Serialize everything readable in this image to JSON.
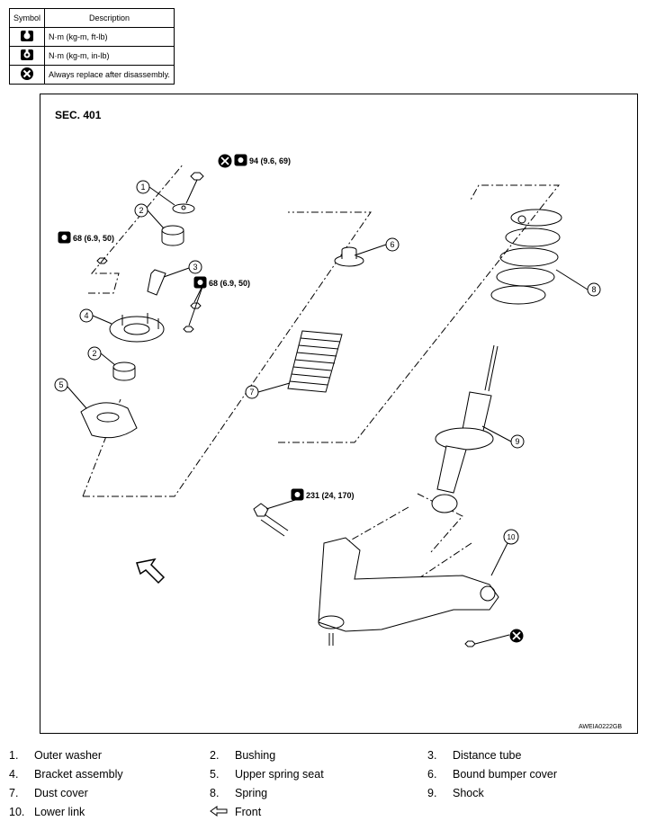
{
  "legend": {
    "headers": {
      "symbol": "Symbol",
      "description": "Description"
    },
    "rows": [
      {
        "icon": "torque-ft-lb-icon",
        "description": "N·m (kg-m, ft-lb)"
      },
      {
        "icon": "torque-in-lb-icon",
        "description": "N·m (kg-m, in-lb)"
      },
      {
        "icon": "replace-icon",
        "description": "Always replace after disassembly."
      }
    ]
  },
  "diagram": {
    "section": "SEC. 401",
    "figure_code": "AWEIA0222GB",
    "torques": {
      "t1": "94 (9.6, 69)",
      "t2": "68 (6.9, 50)",
      "t3": "68 (6.9, 50)",
      "t4": "231 (24, 170)"
    },
    "callouts": [
      "1",
      "2",
      "2",
      "3",
      "4",
      "5",
      "6",
      "7",
      "8",
      "9",
      "10"
    ]
  },
  "parts": [
    {
      "num": "1.",
      "label": "Outer washer"
    },
    {
      "num": "2.",
      "label": "Bushing"
    },
    {
      "num": "3.",
      "label": "Distance tube"
    },
    {
      "num": "4.",
      "label": "Bracket assembly"
    },
    {
      "num": "5.",
      "label": "Upper spring seat"
    },
    {
      "num": "6.",
      "label": "Bound bumper cover"
    },
    {
      "num": "7.",
      "label": "Dust cover"
    },
    {
      "num": "8.",
      "label": "Spring"
    },
    {
      "num": "9.",
      "label": "Shock"
    },
    {
      "num": "10.",
      "label": "Lower link"
    },
    {
      "num": "",
      "label": "Front",
      "icon": "front-arrow-icon"
    }
  ],
  "colors": {
    "line": "#000000",
    "background": "#ffffff"
  }
}
